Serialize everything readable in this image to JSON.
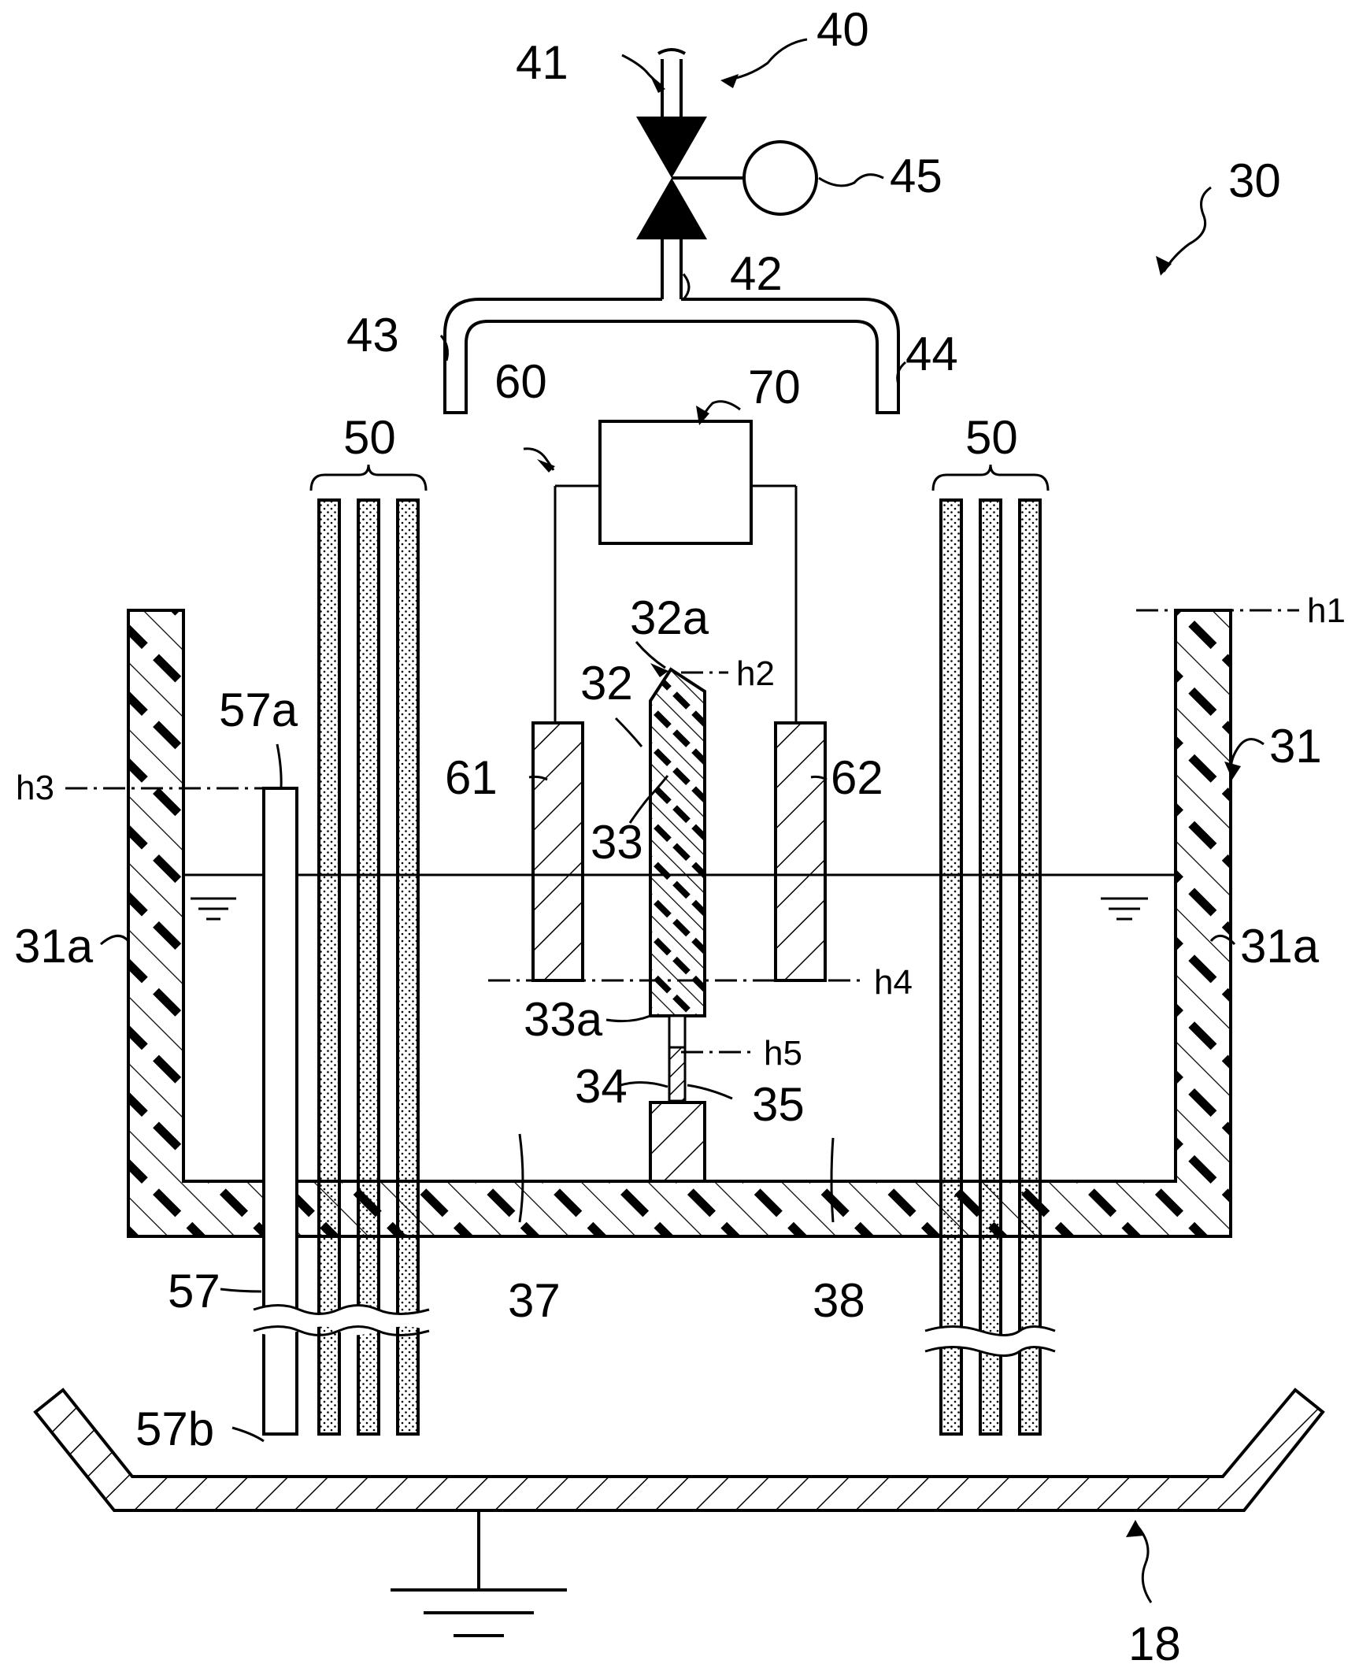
{
  "labels": {
    "n40": "40",
    "n41": "41",
    "n45": "45",
    "n30": "30",
    "n42": "42",
    "n43": "43",
    "n44": "44",
    "n60": "60",
    "n70": "70",
    "n50_left": "50",
    "n50_right": "50",
    "h1": "h1",
    "h2": "h2",
    "h3": "h3",
    "h4": "h4",
    "h5": "h5",
    "n32a": "32a",
    "n32": "32",
    "n33": "33",
    "n61": "61",
    "n62": "62",
    "n31": "31",
    "n57a": "57a",
    "n31a_left": "31a",
    "n31a_right": "31a",
    "n33a": "33a",
    "n34": "34",
    "n35": "35",
    "n37": "37",
    "n38": "38",
    "n57": "57",
    "n57b": "57b",
    "n18": "18"
  }
}
